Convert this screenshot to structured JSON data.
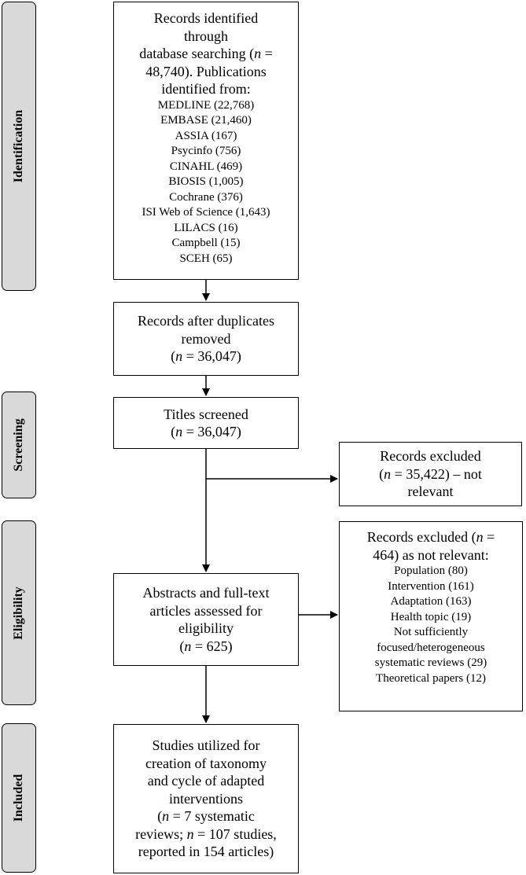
{
  "phases": {
    "identification": "Identification",
    "screening": "Screening",
    "eligibility": "Eligibility",
    "included": "Included"
  },
  "records_identified": {
    "line1": "Records identified",
    "line2": "through",
    "line3_pre": "database searching (",
    "n": "n",
    "line3_post": " =",
    "line4": "48,740). Publications",
    "line5": "identified from:",
    "sources": [
      "MEDLINE (22,768)",
      "EMBASE (21,460)",
      "ASSIA (167)",
      "Psycinfo (756)",
      "CINAHL (469)",
      "BIOSIS (1,005)",
      "Cochrane (376)",
      "ISI Web of Science (1,643)",
      "LILACS (16)",
      "Campbell (15)",
      "SCEH (65)"
    ]
  },
  "duplicates_removed": {
    "line1": "Records after duplicates",
    "line2": "removed",
    "n": "n",
    "count": " = 36,047)"
  },
  "titles_screened": {
    "line1": "Titles screened",
    "n": "n",
    "count": " = 36,047)"
  },
  "records_excluded_1": {
    "line1": "Records excluded",
    "n": "n",
    "line2_post": " = 35,422) – not",
    "line3": "relevant"
  },
  "abstracts_assessed": {
    "line1": "Abstracts and full-text",
    "line2": "articles assessed for",
    "line3": "eligibility",
    "n": "n",
    "count": " = 625)"
  },
  "records_excluded_2": {
    "line1_pre": "Records excluded (",
    "n": "n",
    "line1_post": " =",
    "line2": "464) as not relevant:",
    "reasons": [
      "Population (80)",
      "Intervention (161)",
      "Adaptation (163)",
      "Health topic (19)",
      "Not sufficiently",
      "focused/heterogeneous",
      "systematic reviews (29)",
      "Theoretical papers (12)"
    ]
  },
  "studies_utilized": {
    "line1": "Studies utilized for",
    "line2": "creation of taxonomy",
    "line3": "and cycle of adapted",
    "line4": "interventions",
    "n": "n",
    "line5_post": " = 7 systematic",
    "line6_pre": "reviews; ",
    "line6_post": " = 107 studies,",
    "line7": "reported in 154 articles)"
  }
}
